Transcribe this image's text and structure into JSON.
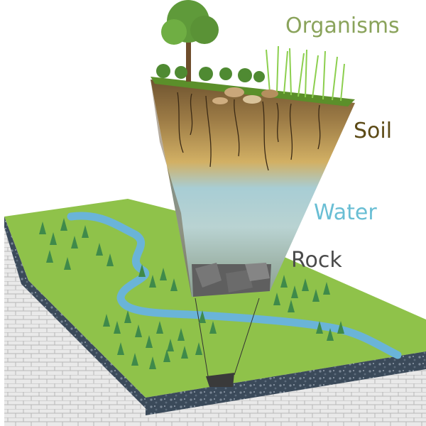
{
  "labels": {
    "organisms": "Organisms",
    "soil": "Soil",
    "water": "Water",
    "rock": "Rock"
  },
  "colors": {
    "organisms": "#8aa35b",
    "soil": "#5c4a16",
    "water": "#69bed4",
    "rock": "#4a4a4a",
    "grass": "#8fc24a",
    "river": "#6ab4d8",
    "forest": "#3f8a4a",
    "soil_top": "#8b6a3a",
    "soil_mid": "#c9a55a",
    "water_layer": "#a9cfd6",
    "rock_layer": "#8fa39a",
    "ground_side": "#e6e6e6"
  }
}
